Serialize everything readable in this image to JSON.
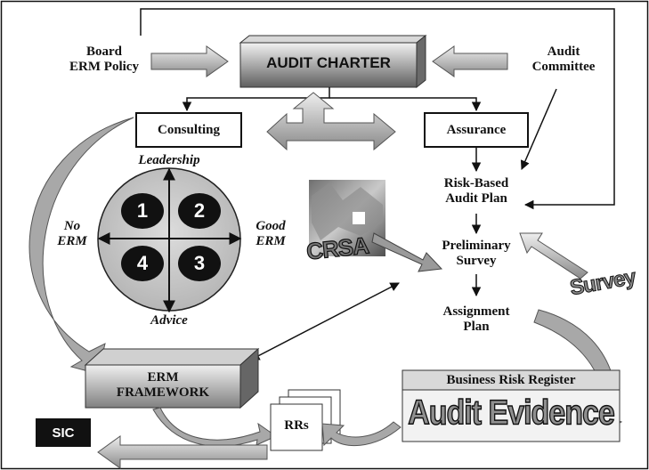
{
  "labels": {
    "board_line1": "Board",
    "board_line2": "ERM Policy",
    "audit_charter": "AUDIT CHARTER",
    "audit_committee_line1": "Audit",
    "audit_committee_line2": "Committee",
    "consulting": "Consulting",
    "assurance": "Assurance",
    "leadership": "Leadership",
    "advice": "Advice",
    "no_erm_line1": "No",
    "no_erm_line2": "ERM",
    "good_erm_line1": "Good",
    "good_erm_line2": "ERM",
    "quadrant_1": "1",
    "quadrant_2": "2",
    "quadrant_3": "3",
    "quadrant_4": "4",
    "risk_based_line1": "Risk-Based",
    "risk_based_line2": "Audit Plan",
    "preliminary_line1": "Preliminary",
    "preliminary_line2": "Survey",
    "assignment_line1": "Assignment",
    "assignment_line2": "Plan",
    "crsa": "CRSA",
    "survey": "Survey",
    "erm_framework_line1": "ERM",
    "erm_framework_line2": "FRAMEWORK",
    "business_risk_register": "Business Risk Register",
    "audit_evidence": "Audit Evidence",
    "rrs": "RRs",
    "sic": "SIC"
  }
}
